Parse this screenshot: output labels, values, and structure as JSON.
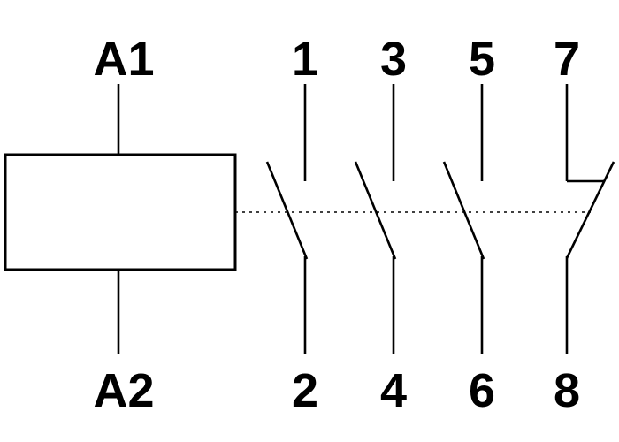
{
  "diagram": {
    "title": "contactor-wiring-schematic",
    "colors": {
      "line": "#000000",
      "background": "#ffffff"
    },
    "coil": {
      "top_terminal": "A1",
      "bottom_terminal": "A2"
    },
    "contacts": [
      {
        "top_terminal": "1",
        "bottom_terminal": "2",
        "type": "NO"
      },
      {
        "top_terminal": "3",
        "bottom_terminal": "4",
        "type": "NO"
      },
      {
        "top_terminal": "5",
        "bottom_terminal": "6",
        "type": "NO"
      },
      {
        "top_terminal": "7",
        "bottom_terminal": "8",
        "type": "NC"
      }
    ]
  }
}
